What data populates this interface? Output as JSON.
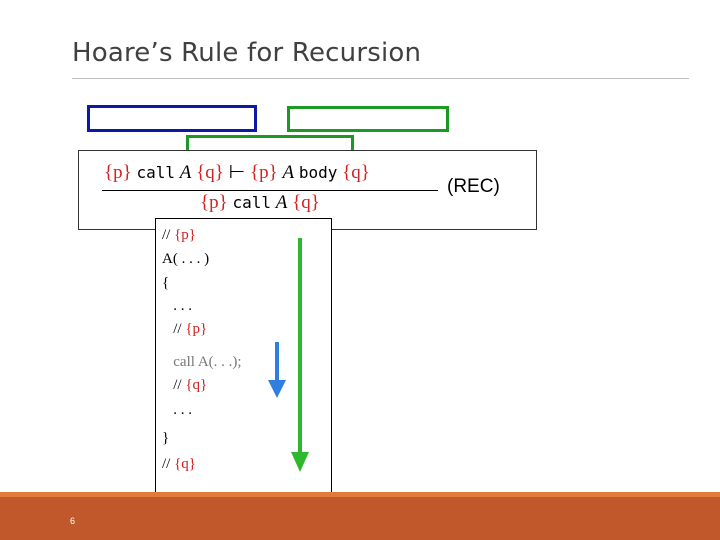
{
  "slide": {
    "title": "Hoare’s Rule for Recursion",
    "page_number": "6"
  },
  "rule": {
    "premise": {
      "p1": "{p}",
      "call_kw": "call",
      "A1": "A",
      "q1": "{q}",
      "turnstile": "⊢",
      "p2": "{p}",
      "A2": "A",
      "body_kw": "body",
      "q2": "{q}"
    },
    "conclusion": {
      "p": "{p}",
      "call_kw": "call",
      "A": "A",
      "q": "{q}"
    },
    "name": "(REC)"
  },
  "code": {
    "lines": [
      {
        "prefix": "// ",
        "cond": "{p}"
      },
      {
        "text": "A( . . . )"
      },
      {
        "text": "{"
      },
      {
        "text": "   . . ."
      },
      {
        "prefix": "   // ",
        "cond": "{p}"
      },
      {
        "text": "   call A(. . .);"
      },
      {
        "prefix": "   // ",
        "cond": "{q}"
      },
      {
        "text": "   . . ."
      },
      {
        "text": "}"
      },
      {
        "prefix": "// ",
        "cond": "{q}"
      }
    ]
  },
  "colors": {
    "blue_box": "#0a1aa6",
    "green_box": "#1a9a22",
    "condition_red": "#d42020",
    "arrow_blue": "#2f7fe0",
    "arrow_green": "#2eb82e",
    "footer": "#c0582c"
  }
}
